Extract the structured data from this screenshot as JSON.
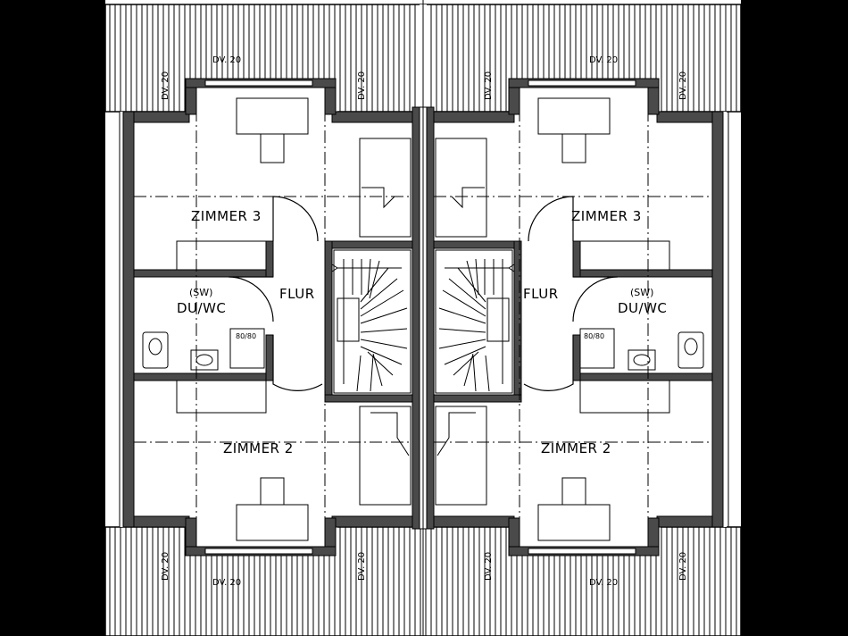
{
  "plan": {
    "background_color": "#000000",
    "paper_color": "#ffffff",
    "wall_color": "#4a4a4a",
    "line_color": "#000000"
  },
  "units": {
    "left": {
      "zimmer3": "ZIMMER 3",
      "zimmer2": "ZIMMER 2",
      "flur": "FLUR",
      "sw": "(SW)",
      "duwc": "DU/WC",
      "shower": "80/80"
    },
    "right": {
      "zimmer3": "ZIMMER 3",
      "zimmer2": "ZIMMER 2",
      "flur": "FLUR",
      "sw": "(SW)",
      "duwc": "DU/WC",
      "shower": "80/80"
    }
  },
  "dormers": {
    "dv_label": "DV. 20"
  }
}
